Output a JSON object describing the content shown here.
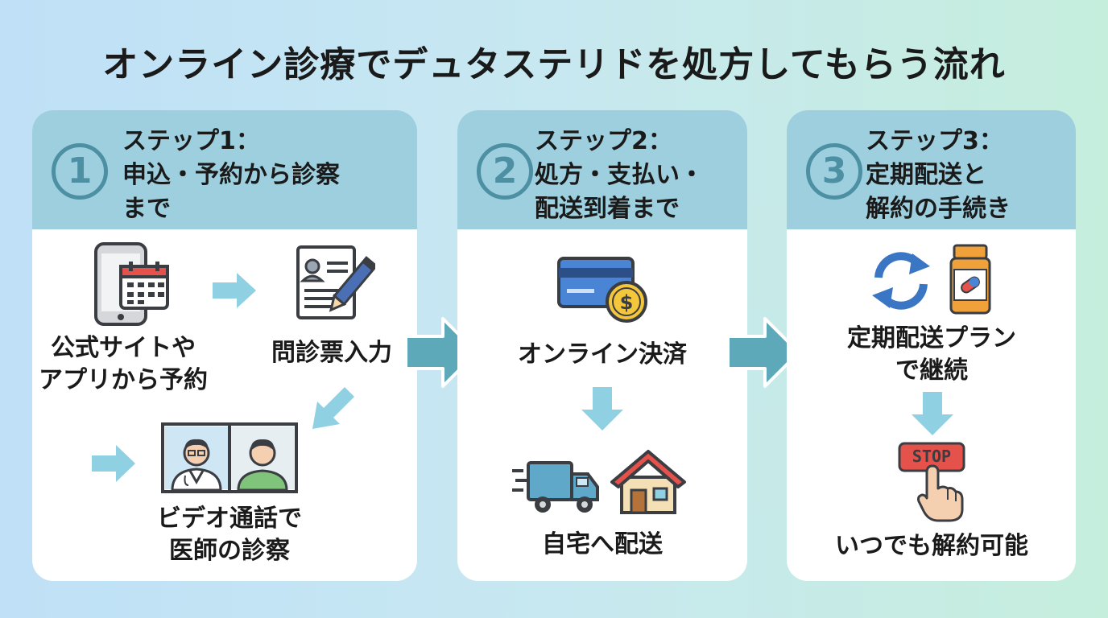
{
  "title": "オンライン診療でデュタステリドを処方してもらう流れ",
  "steps": [
    {
      "number": "1",
      "heading": [
        "ステップ1：",
        "申込・予約から診察",
        "まで"
      ],
      "items": {
        "reserve": [
          "公式サイトや",
          "アプリから予約"
        ],
        "questionnaire": [
          "問診票入力"
        ],
        "video": [
          "ビデオ通話で",
          "医師の診察"
        ]
      }
    },
    {
      "number": "2",
      "heading": [
        "ステップ2：",
        "処方・支払い・",
        "配送到着まで"
      ],
      "items": {
        "payment": [
          "オンライン決済"
        ],
        "delivery": [
          "自宅へ配送"
        ]
      }
    },
    {
      "number": "3",
      "heading": [
        "ステップ3：",
        "定期配送と",
        "解約の手続き"
      ],
      "items": {
        "subscription": [
          "定期配送プラン",
          "で継続"
        ],
        "cancel": [
          "いつでも解約可能"
        ],
        "stop_sign": "STOP"
      }
    }
  ],
  "colors": {
    "header_bg": "#9dcfdf",
    "number": "#4d8fa3",
    "small_arrow": "#8fd0e2",
    "big_arrow": "#5da9ba"
  }
}
